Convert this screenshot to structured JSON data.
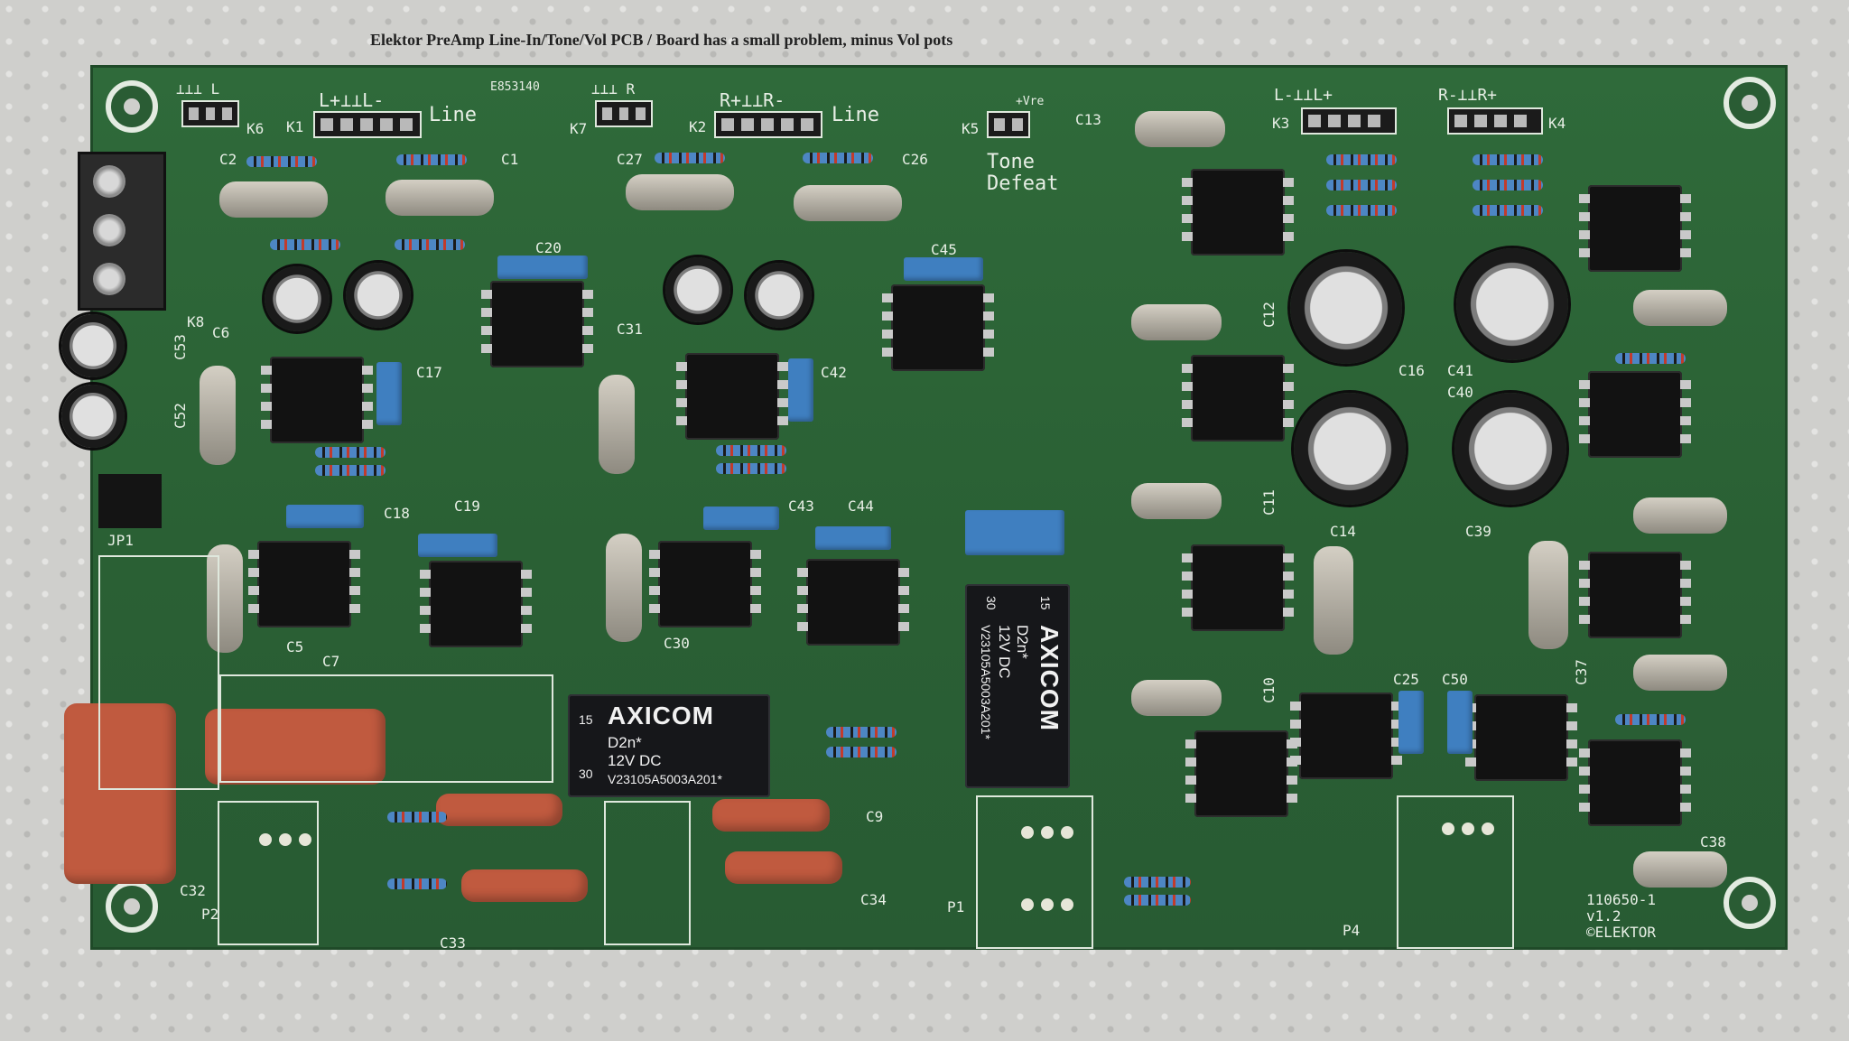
{
  "caption": "Elektor PreAmp Line-In/Tone/Vol PCB / Board has a small problem, minus Vol pots",
  "silkscreen": {
    "board_code": "110650-1",
    "version": "v1.2",
    "maker": "©ELEKTOR",
    "tone_defeat_1": "Tone",
    "tone_defeat_2": "Defeat",
    "plus_v": "+Vre",
    "line_left": "Line",
    "line_right": "Line",
    "code_top": "E853140",
    "k1": "K1",
    "k2": "K2",
    "k3": "K3",
    "k4": "K4",
    "k5": "K5",
    "k6": "K6",
    "k7": "K7",
    "k8": "K8",
    "k1_pins": "L+⊥⊥L-",
    "k2_pins": "R+⊥⊥R-",
    "k3_pins": "L-⊥⊥L+",
    "k4_pins": "R-⊥⊥R+",
    "k6_pins": "⊥⊥⊥ L",
    "k7_pins": "⊥⊥⊥ R",
    "jp1": "JP1",
    "p1": "P1",
    "p2": "P2",
    "p4": "P4",
    "c1": "C1",
    "c2": "C2",
    "c5": "C5",
    "c6": "C6",
    "c7": "C7",
    "c9": "C9",
    "c10": "C10",
    "c11": "C11",
    "c12": "C12",
    "c13": "C13",
    "c14": "C14",
    "c16": "C16",
    "c17": "C17",
    "c18": "C18",
    "c19": "C19",
    "c20": "C20",
    "c25": "C25",
    "c26": "C26",
    "c27": "C27",
    "c30": "C30",
    "c31": "C31",
    "c32": "C32",
    "c33": "C33",
    "c34": "C34",
    "c37": "C37",
    "c38": "C38",
    "c39": "C39",
    "c40": "C40",
    "c41": "C41",
    "c42": "C42",
    "c43": "C43",
    "c44": "C44",
    "c45": "C45",
    "c50": "C50",
    "c52": "C52",
    "c53": "C53"
  },
  "relays": [
    {
      "brand": "AXICOM",
      "model": "D2n*",
      "rating": "12V DC",
      "part": "V23105A5003A201*",
      "pin_a": "15",
      "pin_b": "30"
    },
    {
      "brand": "AXICOM",
      "model": "D2n*",
      "rating": "12V DC",
      "part": "V23105A5003A201*",
      "pin_a": "15",
      "pin_b": "30"
    }
  ],
  "colors": {
    "pcb": "#2c6436",
    "silkscreen": "#e8efe6",
    "film_cap": "#c05a3f",
    "box_cap": "#3f7fc0"
  }
}
